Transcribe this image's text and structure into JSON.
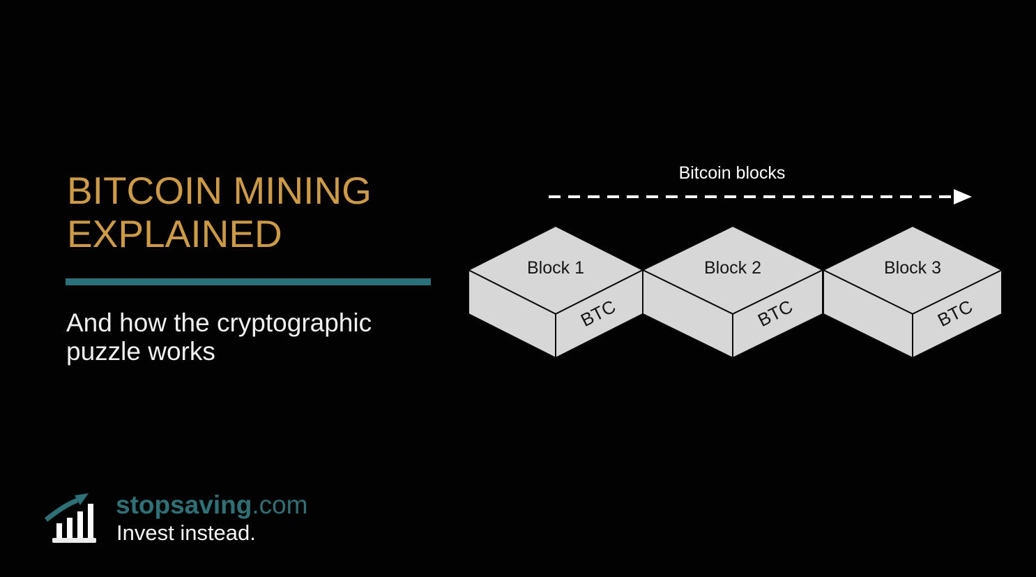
{
  "slide": {
    "background_color": "#020202",
    "title": {
      "lines": [
        "BITCOIN MINING",
        "EXPLAINED"
      ],
      "color": "#CE9B41"
    },
    "divider_color": "#27727B",
    "subtitle": "And how the cryptographic puzzle works",
    "subtitle_color": "#F0F0F0"
  },
  "diagram": {
    "caption": "Bitcoin blocks",
    "caption_color": "#FFFFFF",
    "arrow_color": "#FFFFFF",
    "block_fill": "#D7D7D7",
    "block_stroke": "#0B0B0B",
    "blocks": [
      {
        "label": "Block 1",
        "tag": "BTC"
      },
      {
        "label": "Block 2",
        "tag": "BTC"
      },
      {
        "label": "Block 3",
        "tag": "BTC"
      }
    ]
  },
  "footer": {
    "logo_icon": "bar-chart-growth-arrow",
    "logo_accent_color": "#2C7176",
    "brand": "stopsaving",
    "brand_suffix": ".com",
    "tagline": "Invest instead."
  }
}
